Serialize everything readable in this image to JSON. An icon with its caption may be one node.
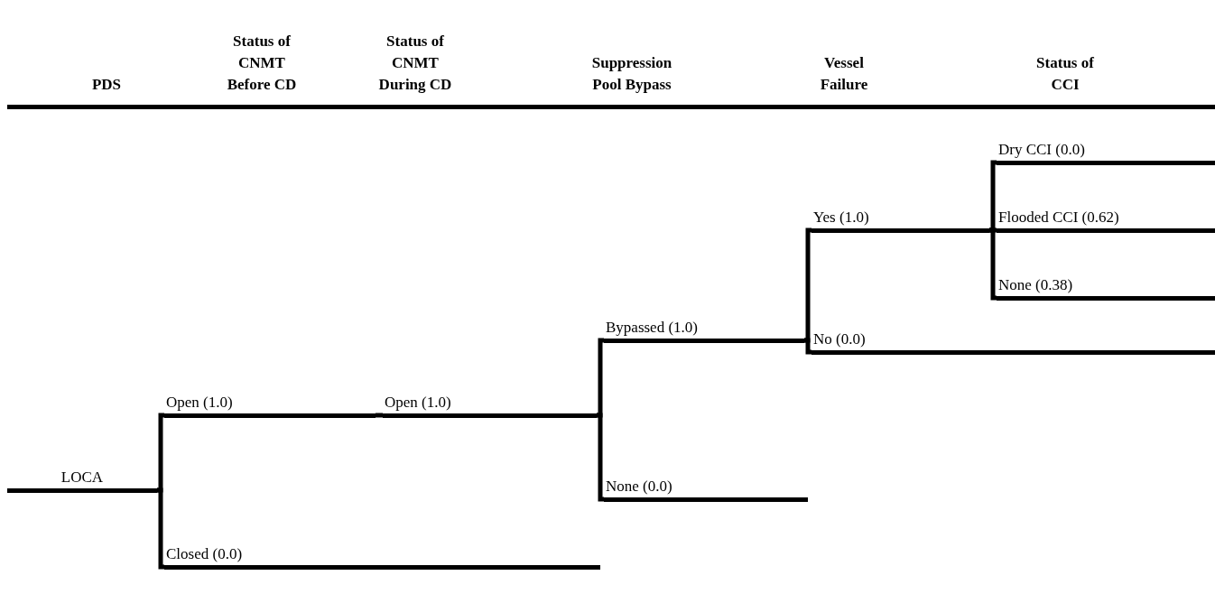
{
  "diagram": {
    "nodes": [
      {
        "text": [
          "LOCA"
        ]
      },
      {
        "text": [
          "Open (1.0)"
        ]
      },
      {
        "text": [
          "Closed (0.0)"
        ]
      },
      {
        "text": [
          "Open (1.0)"
        ]
      },
      {
        "text": [
          "Bypassed (1.0)"
        ]
      },
      {
        "text": [
          "None (0.0)"
        ]
      },
      {
        "text": [
          "Yes (1.0)"
        ]
      },
      {
        "text": [
          "No (0.0)"
        ]
      },
      {
        "text": [
          "Dry CCI (0.0)"
        ]
      },
      {
        "text": [
          "Flooded CCI (0.62)"
        ]
      },
      {
        "text": [
          "None (0.38)"
        ]
      }
    ],
    "edges": [
      {
        "from": 0,
        "to": 1,
        "arrow": "none"
      },
      {
        "from": 0,
        "to": 2,
        "arrow": "none"
      },
      {
        "from": 1,
        "to": 3,
        "arrow": "none"
      },
      {
        "from": 3,
        "to": 4,
        "arrow": "none"
      },
      {
        "from": 3,
        "to": 5,
        "arrow": "none"
      },
      {
        "from": 4,
        "to": 6,
        "arrow": "none"
      },
      {
        "from": 4,
        "to": 7,
        "arrow": "none"
      },
      {
        "from": 6,
        "to": 8,
        "arrow": "none"
      },
      {
        "from": 6,
        "to": 9,
        "arrow": "none"
      },
      {
        "from": 6,
        "to": 10,
        "arrow": "none"
      }
    ],
    "labels": [
      "PDS",
      "Status of CNMT Before CD",
      "Status of CNMT During CD",
      "Suppression Pool Bypass",
      "Vessel Failure",
      "Status of CCI"
    ]
  }
}
